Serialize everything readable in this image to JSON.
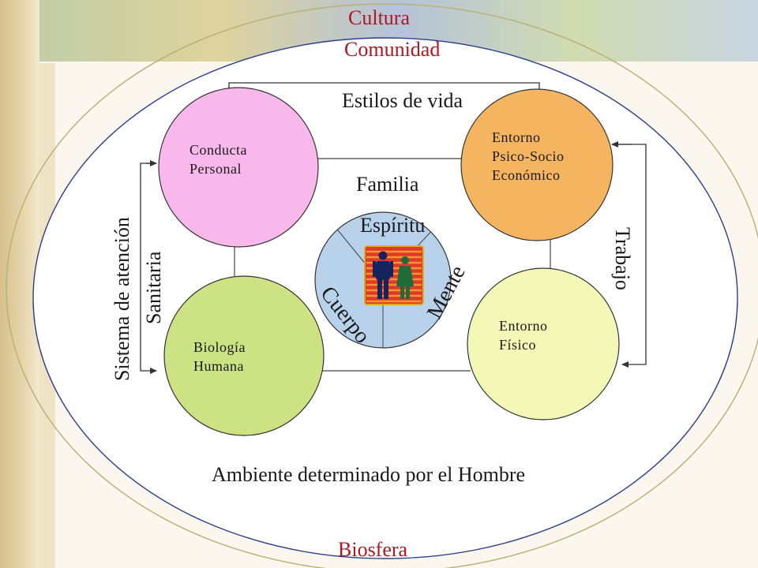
{
  "diagram": {
    "outer_labels": {
      "cultura": "Cultura",
      "comunidad": "Comunidad",
      "biosfera": "Biosfera"
    },
    "center": {
      "familia": "Familia",
      "espiritu": "Espíritu",
      "cuerpo": "Cuerpo",
      "mente": "Mente"
    },
    "connectors": {
      "estilos_de_vida": "Estilos de vida",
      "sistema_line1": "Sistema de atención",
      "sistema_line2": "Sanitaria",
      "trabajo": "Trabajo",
      "ambiente": "Ambiente determinado por el Hombre"
    },
    "circles": {
      "conducta": {
        "line1": "Conducta",
        "line2": "Personal",
        "color": "#f9b8ec"
      },
      "entorno_psico": {
        "line1": "Entorno",
        "line2": "Psico-Socio",
        "line3": "Económico",
        "color": "#f5b560"
      },
      "biologia": {
        "line1": "Biología",
        "line2": "Humana",
        "color": "#cde283"
      },
      "entorno_fisico": {
        "line1": "Entorno",
        "line2": "Físico",
        "color": "#f3f8b7"
      },
      "center_color": "#b9d2ec"
    },
    "colors": {
      "accent_red": "#b01822",
      "outer_ring": "#2a3f8a",
      "outer_ring2": "#b8b070"
    }
  }
}
